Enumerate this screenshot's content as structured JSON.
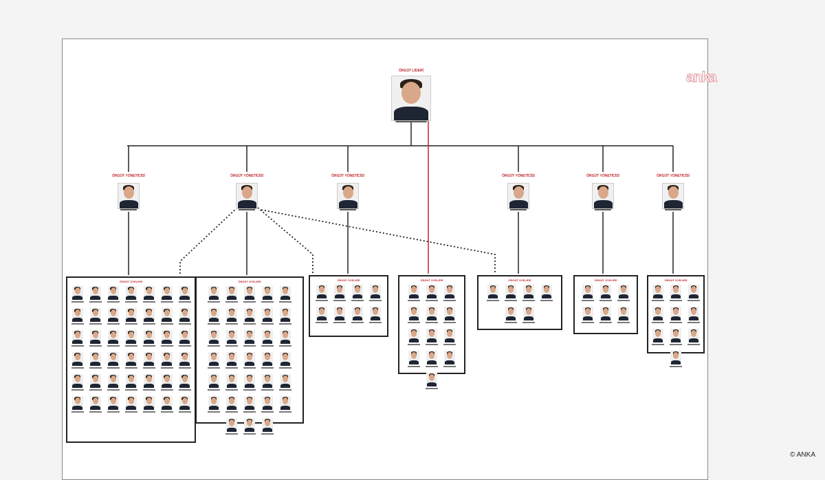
{
  "watermark": "anka",
  "credit": "© ANKA",
  "leader": {
    "role": "ÖRGÜT LİDERİ"
  },
  "managers": [
    {
      "role": "ÖRGÜT YÖNETİCİSİ"
    },
    {
      "role": "ÖRGÜT YÖNETİCİSİ"
    },
    {
      "role": "ÖRGÜT YÖNETİCİSİ"
    },
    {
      "role": "ÖRGÜT YÖNETİCİSİ"
    },
    {
      "role": "ÖRGÜT YÖNETİCİSİ"
    },
    {
      "role": "ÖRGÜT YÖNETİCİSİ"
    }
  ],
  "groups": [
    {
      "title": "ÖRGÜT ÜYELERİ",
      "member_count": 42
    },
    {
      "title": "ÖRGÜT ÜYELERİ",
      "member_count": 33
    },
    {
      "title": "ÖRGÜT ÜYELERİ",
      "member_count": 8
    },
    {
      "title": "ÖRGÜT ÜYELERİ",
      "member_count": 13
    },
    {
      "title": "ÖRGÜT ÜYELERİ",
      "member_count": 6
    },
    {
      "title": "ÖRGÜT ÜYELERİ",
      "member_count": 6
    },
    {
      "title": "ÖRGÜT ÜYELERİ",
      "member_count": 10
    }
  ]
}
